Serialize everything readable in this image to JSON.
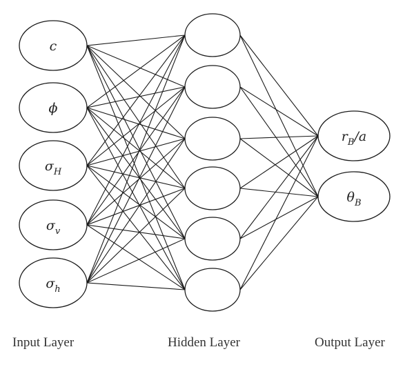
{
  "layers": {
    "input": {
      "label": "Input Layer",
      "nodes": [
        {
          "symbol": "c",
          "subscript": ""
        },
        {
          "symbol": "ϕ",
          "subscript": ""
        },
        {
          "symbol": "σ",
          "subscript": "H"
        },
        {
          "symbol": "σ",
          "subscript": "v"
        },
        {
          "symbol": "σ",
          "subscript": "h"
        }
      ]
    },
    "hidden": {
      "label": "Hidden Layer",
      "node_count": 6
    },
    "output": {
      "label": "Output Layer",
      "nodes": [
        {
          "symbol": "r",
          "subscript": "B",
          "suffix": "/a"
        },
        {
          "symbol": "θ",
          "subscript": "B",
          "suffix": ""
        }
      ]
    }
  },
  "colors": {
    "stroke": "#1a1a1a",
    "fill": "#ffffff"
  }
}
